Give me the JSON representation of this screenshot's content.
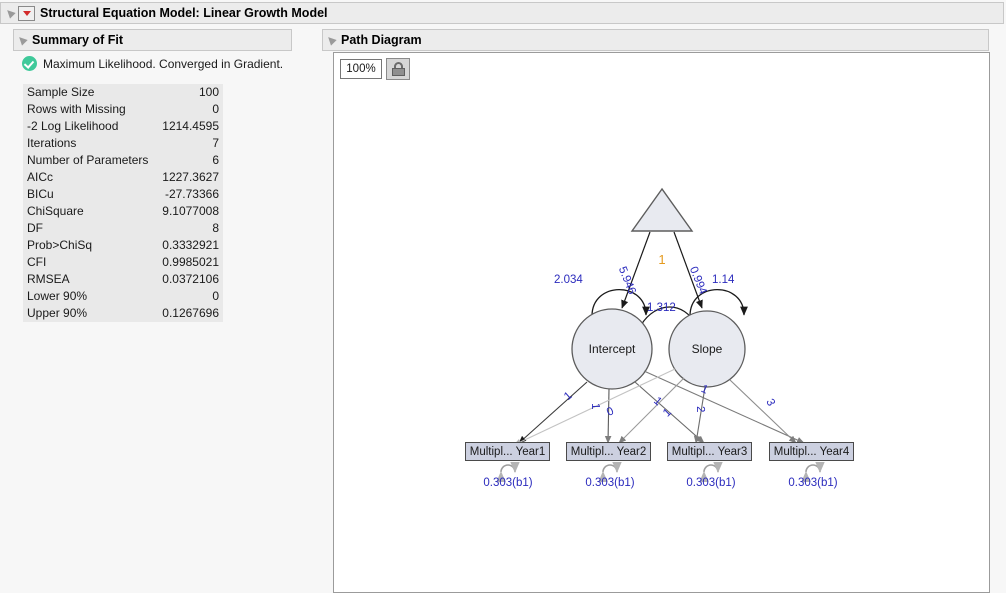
{
  "window": {
    "title": "Structural Equation Model: Linear Growth Model",
    "disclosure_icon": "disclosure-triangle-icon",
    "menu_icon": "red-triangle-menu-icon"
  },
  "summary": {
    "heading": "Summary of Fit",
    "status_icon": "green-check-circle-icon",
    "status_text": "Maximum Likelihood. Converged in Gradient.",
    "rows": [
      {
        "label": "Sample Size",
        "value": "100"
      },
      {
        "label": "Rows with Missing",
        "value": "0"
      },
      {
        "label": "-2 Log Likelihood",
        "value": "1214.4595"
      },
      {
        "label": "Iterations",
        "value": "7"
      },
      {
        "label": "Number of Parameters",
        "value": "6"
      },
      {
        "label": "AICc",
        "value": "1227.3627"
      },
      {
        "label": "BICu",
        "value": "-27.73366"
      },
      {
        "label": "ChiSquare",
        "value": "9.1077008"
      },
      {
        "label": "DF",
        "value": "8"
      },
      {
        "label": "Prob>ChiSq",
        "value": "0.3332921"
      },
      {
        "label": "CFI",
        "value": "0.9985021"
      },
      {
        "label": "RMSEA",
        "value": "0.0372106"
      },
      {
        "label": "Lower 90%",
        "value": "0"
      },
      {
        "label": "Upper 90%",
        "value": "0.1267696"
      }
    ]
  },
  "path_diagram": {
    "heading": "Path Diagram",
    "zoom_level": "100%",
    "lock_icon": "lock-icon",
    "nodes": {
      "constant": {
        "label": "1",
        "shape": "triangle"
      },
      "intercept": {
        "label": "Intercept",
        "shape": "circle"
      },
      "slope": {
        "label": "Slope",
        "shape": "circle"
      },
      "manifest": [
        {
          "label": "Multipl... Year1"
        },
        {
          "label": "Multipl... Year2"
        },
        {
          "label": "Multipl... Year3"
        },
        {
          "label": "Multipl... Year4"
        }
      ]
    },
    "estimates": {
      "intercept_variance": "2.034",
      "intercept_mean": "5.946",
      "slope_mean": "0.994",
      "slope_variance": "1.14",
      "covariance": "1.312",
      "intercept_loadings": [
        "1",
        "1",
        "1",
        "1"
      ],
      "slope_loadings": [
        "0",
        "1",
        "2",
        "3"
      ],
      "residuals": [
        "0.303(b1)",
        "0.303(b1)",
        "0.303(b1)",
        "0.303(b1)"
      ]
    },
    "colors": {
      "estimate_label": "#2b2bbd",
      "latent_fill": "#e8eaf0",
      "manifest_fill": "#ccd0e0",
      "constant_digit": "#e59a1e"
    }
  }
}
